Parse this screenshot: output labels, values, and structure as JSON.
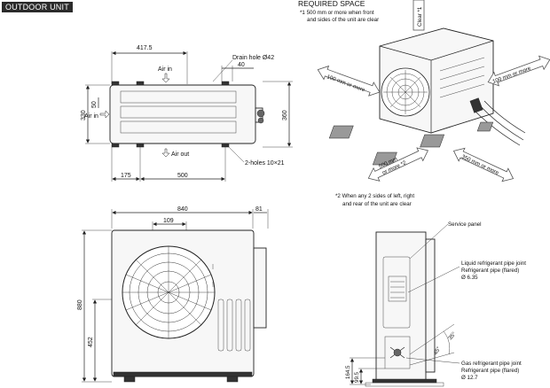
{
  "title": "OUTDOOR UNIT",
  "required_space": {
    "heading": "REQUIRED SPACE",
    "note1_line1": "*1 500 mm or more when front",
    "note1_line2": "and sides of the unit are clear",
    "clear_top": "Clear *1",
    "left_arrow": "100 mm or more",
    "right_arrow": "100 mm or more",
    "bottom_left_arrow_line1": "500 mm",
    "bottom_left_arrow_line2": "or more *2",
    "bottom_right_arrow": "350 mm or more",
    "note2_line1": "*2 When any 2 sides of left, right",
    "note2_line2": "and rear of the unit are clear"
  },
  "top_view": {
    "dim_width": "417.5",
    "dim_drain_offset": "40",
    "drain_hole": "Drain hole Ø42",
    "air_in_top": "Air in",
    "air_in_left": "Air in",
    "air_out": "Air out",
    "dim_left_height": "330",
    "dim_left_inner": "50",
    "dim_right_height": "360",
    "holes": "2-holes 10×21",
    "dim_bottom_left": "175",
    "dim_bottom_mid": "500"
  },
  "front_view": {
    "dim_width": "840",
    "dim_side": "81",
    "dim_inner": "109",
    "dim_height": "880",
    "dim_lower": "452"
  },
  "side_view": {
    "service_panel": "Service panel",
    "liquid_line1": "Liquid refrigerant pipe joint",
    "liquid_line2": "Refrigerant pipe (flared)",
    "liquid_line3": "Ø 6.35",
    "angle_35": "35°",
    "angle_45": "45°",
    "gas_line1": "Gas refrigerant pipe joint",
    "gas_line2": "Refrigerant pipe (flared)",
    "gas_line3": "Ø 12.7",
    "dim_164": "164.5",
    "dim_99": "99.5"
  }
}
